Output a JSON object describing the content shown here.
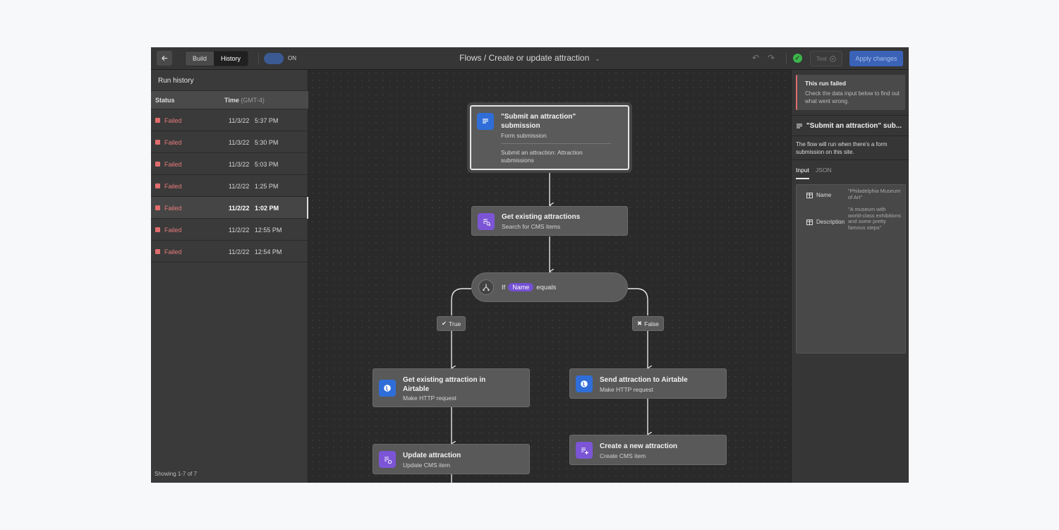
{
  "topbar": {
    "build_label": "Build",
    "history_label": "History",
    "toggle_label": "ON",
    "title": "Flows / Create or update attraction",
    "test_label": "Test",
    "apply_label": "Apply changes"
  },
  "run_history": {
    "title": "Run history",
    "col_status": "Status",
    "col_time": "Time",
    "col_time_tz": "(GMT-4)",
    "runs": [
      {
        "status": "Failed",
        "date": "11/3/22",
        "time": "5:37 PM"
      },
      {
        "status": "Failed",
        "date": "11/3/22",
        "time": "5:30 PM"
      },
      {
        "status": "Failed",
        "date": "11/3/22",
        "time": "5:03 PM"
      },
      {
        "status": "Failed",
        "date": "11/2/22",
        "time": "1:25 PM"
      },
      {
        "status": "Failed",
        "date": "11/2/22",
        "time": "1:02 PM",
        "selected": true
      },
      {
        "status": "Failed",
        "date": "11/2/22",
        "time": "12:55 PM"
      },
      {
        "status": "Failed",
        "date": "11/2/22",
        "time": "12:54 PM"
      }
    ],
    "showing": "Showing 1-7 of 7"
  },
  "canvas": {
    "trigger": {
      "title": "\"Submit an attraction\" submission",
      "subtitle": "Form submission",
      "detail": "Submit an attraction: Attraction submissions",
      "icon": "form-icon"
    },
    "get_existing": {
      "title": "Get existing attractions",
      "subtitle": "Search for CMS items",
      "icon": "cms-search-icon"
    },
    "condition": {
      "prefix": "If",
      "pill": "Name",
      "suffix": "equals",
      "icon": "branch-icon"
    },
    "true_label": "True",
    "false_label": "False",
    "get_airtable": {
      "title": "Get existing attraction in Airtable",
      "subtitle": "Make HTTP request",
      "icon": "globe-icon"
    },
    "send_airtable": {
      "title": "Send attraction to Airtable",
      "subtitle": "Make HTTP request",
      "icon": "globe-icon"
    },
    "update_attraction": {
      "title": "Update attraction",
      "subtitle": "Update CMS item",
      "icon": "cms-update-icon"
    },
    "create_attraction": {
      "title": "Create a new attraction",
      "subtitle": "Create CMS item",
      "icon": "cms-add-icon"
    }
  },
  "details": {
    "error_title": "This run failed",
    "error_message": "Check the data input below to find out what went wrong.",
    "trigger_title": "\"Submit an attraction\" sub...",
    "description": "The flow will run when there's a form submission on this site.",
    "tab_input": "Input",
    "tab_json": "JSON",
    "fields": [
      {
        "name": "Name",
        "value": "\"Philadelphia Museum of Art\""
      },
      {
        "name": "Description",
        "value": "\"A museum with world-class exhibitions and some pretty famous steps\""
      }
    ]
  },
  "colors": {
    "accent": "#3a63b8",
    "failed": "#e06c6c",
    "success": "#3cb54a",
    "pill": "#7450d3"
  }
}
